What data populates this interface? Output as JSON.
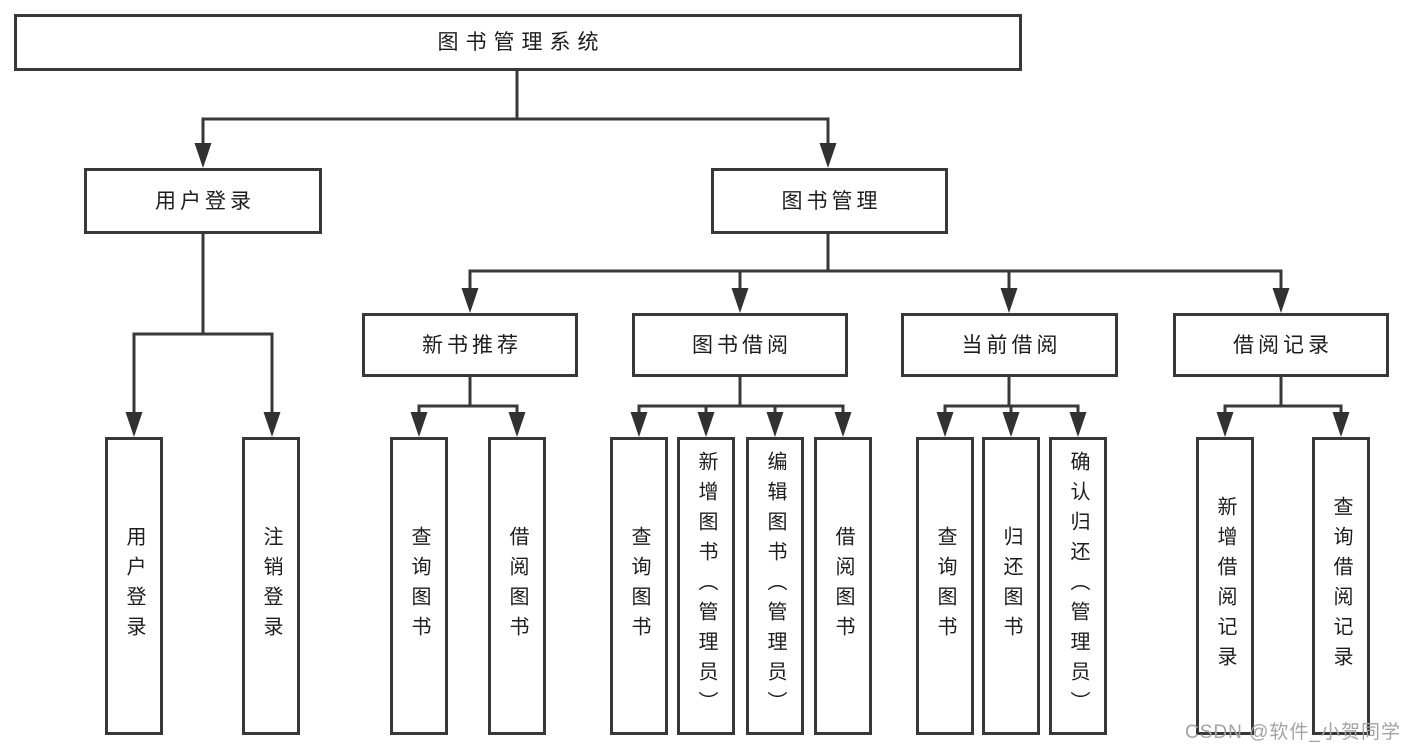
{
  "colors": {
    "line": "#383838",
    "box_border": "#383838",
    "text": "#1d1d1d",
    "watermark": "#a3a3a3",
    "background": "#ffffff"
  },
  "watermark": {
    "text": "CSDN @软件_小贺同学"
  },
  "tree": {
    "root": {
      "label": "图书管理系统"
    },
    "branches": [
      {
        "label": "用户登录",
        "children": [
          {
            "label": "用户登录"
          },
          {
            "label": "注销登录"
          }
        ]
      },
      {
        "label": "图书管理",
        "children": [
          {
            "label": "新书推荐",
            "children": [
              {
                "label": "查询图书"
              },
              {
                "label": "借阅图书"
              }
            ]
          },
          {
            "label": "图书借阅",
            "children": [
              {
                "label": "查询图书"
              },
              {
                "label": "新增图书（管理员）"
              },
              {
                "label": "编辑图书（管理员）"
              },
              {
                "label": "借阅图书"
              }
            ]
          },
          {
            "label": "当前借阅",
            "children": [
              {
                "label": "查询图书"
              },
              {
                "label": "归还图书"
              },
              {
                "label": "确认归还（管理员）"
              }
            ]
          },
          {
            "label": "借阅记录",
            "children": [
              {
                "label": "新增借阅记录"
              },
              {
                "label": "查询借阅记录"
              }
            ]
          }
        ]
      }
    ]
  }
}
